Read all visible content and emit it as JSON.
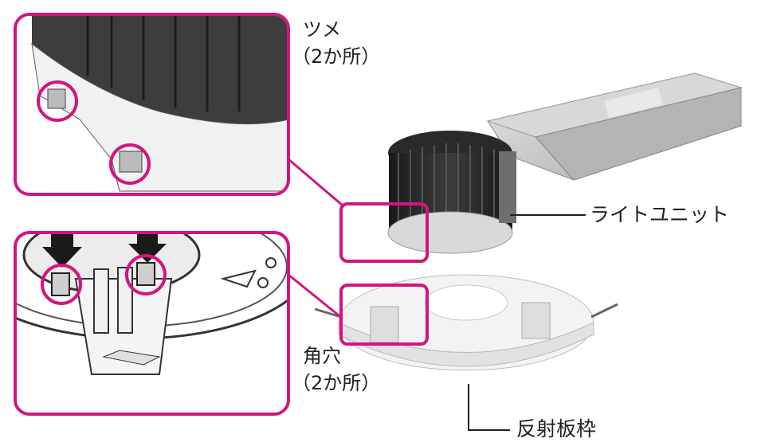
{
  "accent_color": "#d4147e",
  "labels": {
    "tsume": "ツメ",
    "tsume_count": "（2か所）",
    "kakuana": "角穴",
    "kakuana_count": "（2か所）",
    "light_unit": "ライトユニット",
    "reflector_frame": "反射板枠"
  },
  "icons": [
    "arrow-down-icon",
    "arrow-down-icon"
  ]
}
